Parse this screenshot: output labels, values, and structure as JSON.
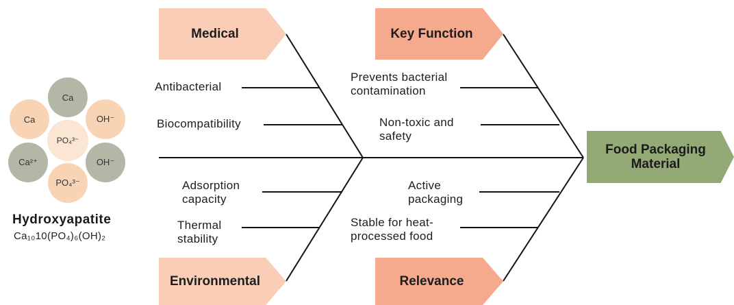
{
  "molecule": {
    "atoms": {
      "top": "Ca",
      "left": "Ca",
      "right_top": "OH⁻",
      "center_top": "PO₄³⁻",
      "left_bottom": "Ca²⁺",
      "right_bottom": "OH⁻",
      "center_bottom": "PO₄³⁻"
    },
    "name": "Hydroxyapatite",
    "formula": "Ca₁₀10(PO₄)₆(OH)₂"
  },
  "categories": {
    "medical": "Medical",
    "key_function": "Key Function",
    "environmental": "Environmental",
    "relevance": "Relevance"
  },
  "head": {
    "line1": "Food Packaging",
    "line2": "Material"
  },
  "causes": {
    "antibacterial": "Antibacterial",
    "biocompatibility": "Biocompatibility",
    "adsorption_1": "Adsorption",
    "adsorption_2": "capacity",
    "thermal_1": "Thermal",
    "thermal_2": "stability",
    "prevents_1": "Prevents bacterial",
    "prevents_2": "contamination",
    "nontoxic_1": "Non-toxic and",
    "nontoxic_2": "safety",
    "active_1": "Active",
    "active_2": "packaging",
    "stable_1": "Stable for heat-",
    "stable_2": "processed food"
  },
  "colors": {
    "peach": "#f9cdb6",
    "salmon": "#f5a98d",
    "head_green": "#93aa77",
    "atom_gray": "#b3b8a6",
    "atom_peach": "#f8d3b4"
  }
}
